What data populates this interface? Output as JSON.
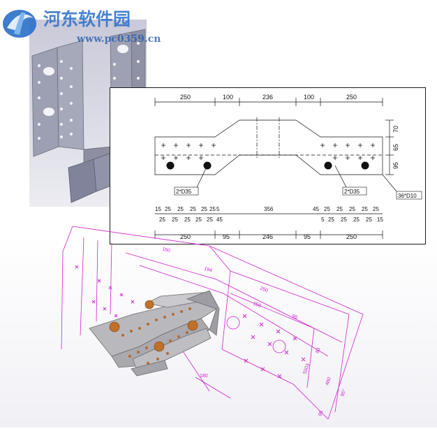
{
  "watermark": {
    "brand": "河东软件园",
    "url": "www.pc0359.cn"
  },
  "drawing": {
    "top_dims": [
      "250",
      "100",
      "236",
      "100",
      "250"
    ],
    "right_dims": [
      "70",
      "65",
      "95"
    ],
    "labels": {
      "bolt_left": "2*D35",
      "bolt_right": "2*D35",
      "holes": "36*D10"
    },
    "row_dims_top": [
      "15",
      "25",
      "25",
      "25",
      "25",
      "25",
      "5",
      "356",
      "45",
      "25",
      "25",
      "25",
      "25",
      "25"
    ],
    "row_dims_bottom": [
      "25",
      "25",
      "25",
      "25",
      "25",
      "45",
      "5",
      "25",
      "25",
      "25",
      "25",
      "15"
    ],
    "bottom_dims": [
      "250",
      "95",
      "246",
      "95",
      "250"
    ]
  },
  "model3d": {
    "labels": [
      "194",
      "250",
      "150",
      "65",
      "83",
      "5003",
      "480",
      "95",
      "95°",
      "160",
      "180"
    ]
  },
  "colors": {
    "magenta": "#d020d0",
    "plate": "#b8b8b8",
    "bolt": "#c07028"
  }
}
